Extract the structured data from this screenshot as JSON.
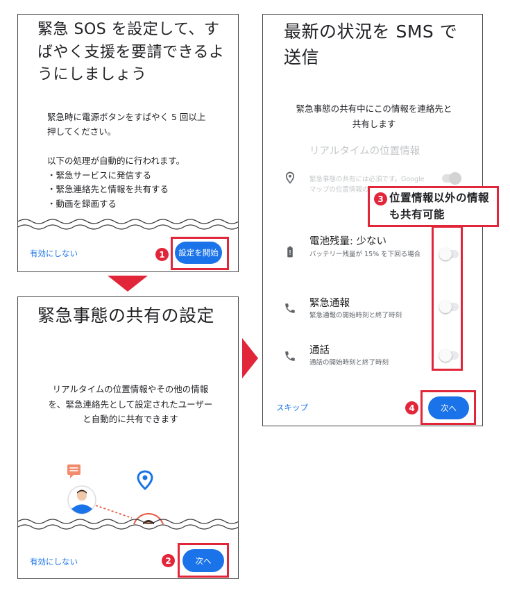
{
  "screen1": {
    "title": "緊急 SOS を設定して、すばやく支援を要請できるようにしましょう",
    "instruction_line1": "緊急時に電源ボタンをすばやく 5 回以上",
    "instruction_line2": "押してください。",
    "auto_heading": "以下の処理が自動的に行われます。",
    "auto_items": [
      "・緊急サービスに発信する",
      "・緊急連絡先と情報を共有する",
      "・動画を録画する"
    ],
    "skip_label": "有効にしない",
    "primary_label": "設定を開始",
    "step_number": "1"
  },
  "screen2": {
    "title": "緊急事態の共有の設定",
    "description": "リアルタイムの位置情報やその他の情報を、緊急連絡先として設定されたユーザーと自動的に共有できます",
    "skip_label": "有効にしない",
    "primary_label": "次へ",
    "step_number": "2"
  },
  "screen3": {
    "title": "最新の状況を SMS で送信",
    "intro": "緊急事態の共有中にこの情報を連絡先と共有します",
    "rows": [
      {
        "icon": "location-pin-icon",
        "title": "リアルタイムの位置情報",
        "subtitle": "緊急事態の共有には必須です。Google マップの位置情報の共有を使用します。",
        "toggle": "on",
        "disabled": true
      },
      {
        "icon": "battery-icon",
        "title": "電池残量: 少ない",
        "subtitle": "バッテリー残量が 15% を下回る場合",
        "toggle": "off",
        "disabled": false
      },
      {
        "icon": "phone-icon",
        "title": "緊急通報",
        "subtitle": "緊急通報の開始時刻と終了時刻",
        "toggle": "off",
        "disabled": false
      },
      {
        "icon": "phone-icon",
        "title": "通話",
        "subtitle": "通話の開始時刻と終了時刻",
        "toggle": "off",
        "disabled": false
      }
    ],
    "skip_label": "スキップ",
    "primary_label": "次へ",
    "callout_number": "3",
    "callout_text": "位置情報以外の情報も共有可能",
    "step_number": "4"
  },
  "colors": {
    "accent": "#1a73e8",
    "highlight_red": "#e2263a"
  }
}
